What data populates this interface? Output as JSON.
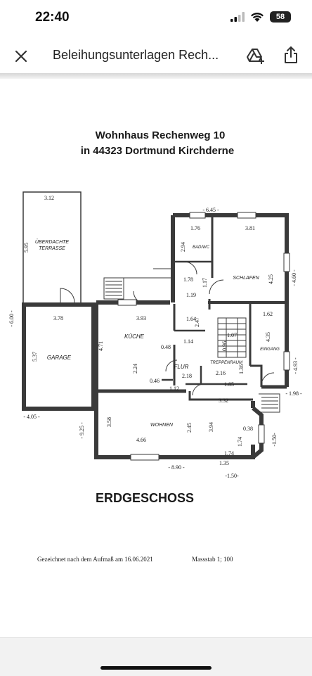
{
  "status": {
    "time": "22:40",
    "battery": "58"
  },
  "appbar": {
    "title": "Beleihungsunterlagen Rech..."
  },
  "plan": {
    "title_line1": "Wohnhaus  Rechenweg 10",
    "title_line2": "in 44323 Dortmund Kirchderne",
    "floor_label": "ERDGESCHOSS",
    "footer_note": "Gezeichnet nach dem Aufmaß am 16.06.2021",
    "scale": "Massstab  1; 100",
    "rooms": {
      "terrasse_line1": "ÜBERDACHTE",
      "terrasse_line2": "TERRASSE",
      "garage": "GARAGE",
      "kueche": "KÜCHE",
      "flur": "FLUR",
      "bad": "BAD/WC",
      "schlafen": "SCHLAFEN",
      "treppenraum": "TREPPENRAUM",
      "eingang": "EINGANG",
      "wohnen": "WOHNEN"
    },
    "dims": {
      "d645": "- 6.45 -",
      "d312": "3.12",
      "d595": "5.95",
      "d176": "1.76",
      "d381": "3.81",
      "d294": "2.94",
      "d425": "4.25",
      "d460": "- 4.60 -",
      "d178": "1.78",
      "d117": "1.17",
      "d119": "1.19",
      "d600": "- 6.00 -",
      "d378": "3.78",
      "d393": "3.93",
      "d164": "1.64",
      "d247": "2.47",
      "d162": "1.62",
      "d537": "5.37",
      "d471": "4.71",
      "d048": "0.48",
      "d114": "1.14",
      "d107": "1.07",
      "d096": "0.96",
      "d435": "4.35",
      "d493": "- 4.93 -",
      "d224": "2.24",
      "d218": "2.18",
      "d216": "2.16",
      "d136": "1.36",
      "d046": "0.46",
      "d112": "1.12",
      "d185": "1.85",
      "d198": "- 1.98 -",
      "d405": "- 4.05 -",
      "d332": "3.32",
      "d925": "- 9.25 -",
      "d358": "3.58",
      "d245": "2.45",
      "d394": "3.94",
      "d038": "0.38",
      "d174": "1.74",
      "d150v": "-1.50-",
      "d466": "4.66",
      "d174b": "1.74",
      "d890": "- 8.90 -",
      "d135": "1.35",
      "d150": "-1.50-"
    }
  }
}
